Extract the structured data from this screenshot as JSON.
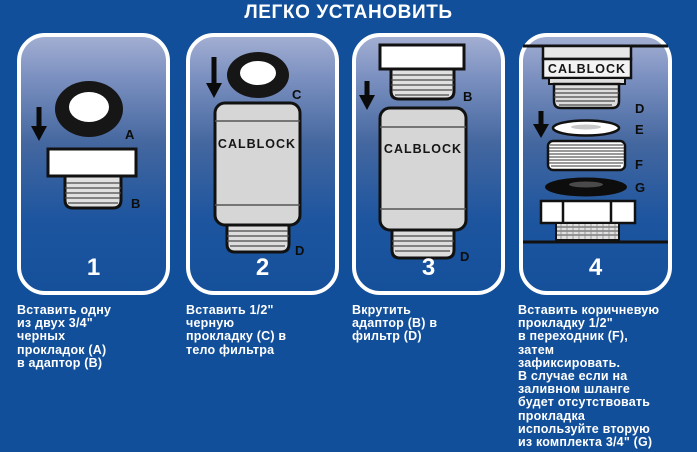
{
  "title": "ЛЕГКО УСТАНОВИТЬ",
  "colors": {
    "background": "#124f9a",
    "panel_gradient_top": "#a2aed2",
    "panel_gradient_bottom": "#15509b",
    "panel_border": "#ffffff",
    "text": "#ffffff",
    "drawing_outline": "#111111",
    "gasket_black": "#161616",
    "filter_body_gray": "#d6d6d6"
  },
  "panels": [
    {
      "number": "1",
      "caption": "Вставить одну\nиз двух 3/4\"\nчерных\nпрокладок (A)\nв адаптор (B)",
      "labels": [
        "A",
        "B"
      ]
    },
    {
      "number": "2",
      "caption": "Вставить 1/2\"\nчерную\nпрокладку (C) в\nтело фильтра",
      "product": "CALBLOCK",
      "labels": [
        "C",
        "D"
      ]
    },
    {
      "number": "3",
      "caption": "Вкрутить\nадаптор (B) в\nфильтр (D)",
      "product": "CALBLOCK",
      "labels": [
        "B",
        "D"
      ]
    },
    {
      "number": "4",
      "caption": "Вставить коричневую\nпрокладку 1/2\"\nв переходник (F),\nзатем\nзафиксировать.\nВ случае если на\nзаливном шланге\nбудет отсутствовать\nпрокладка\nиспользуйте вторую\nиз комплекта 3/4\" (G)",
      "product": "CALBLOCK",
      "labels": [
        "D",
        "E",
        "F",
        "G"
      ]
    }
  ]
}
